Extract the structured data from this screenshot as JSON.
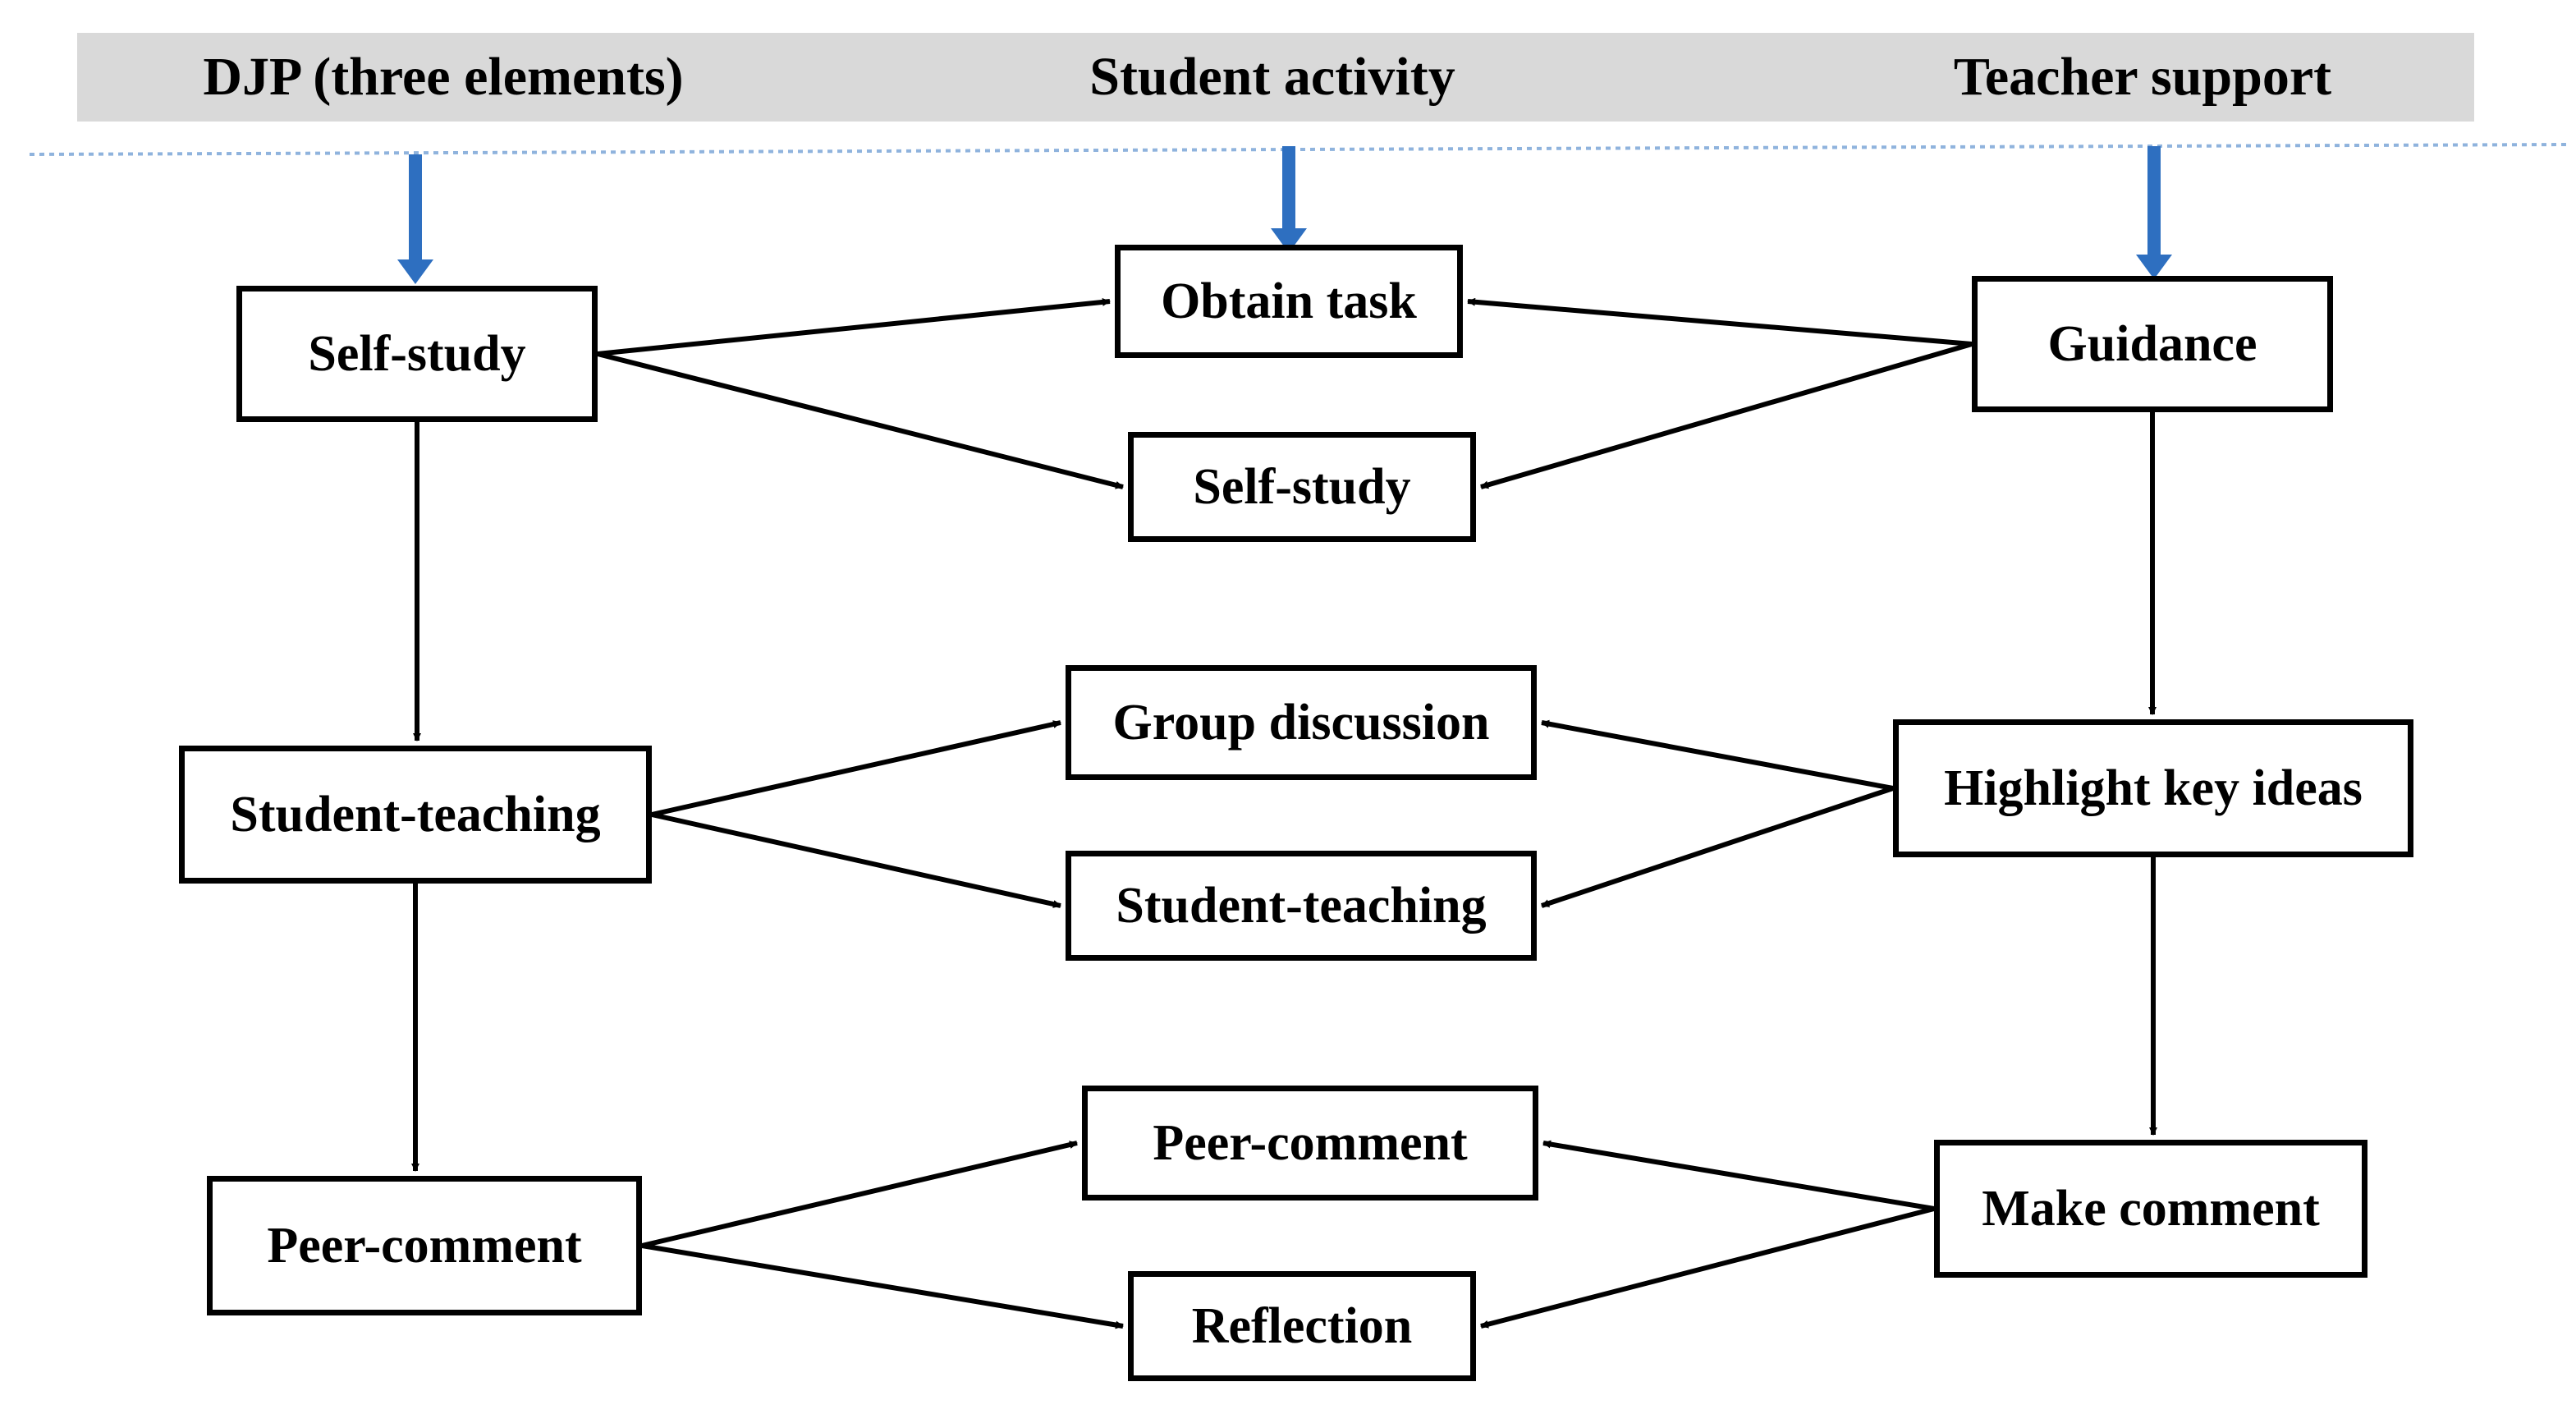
{
  "header": {
    "djp": "DJP (three elements)",
    "student": "Student activity",
    "teacher": "Teacher support"
  },
  "colors": {
    "header_band": "#d9d9d9",
    "arrow_down": "#2e6fc0",
    "divider": "#8fb3dd",
    "edge": "#000000"
  },
  "nodes": {
    "djp_self_study": "Self-study",
    "djp_student_teaching": "Student-teaching",
    "djp_peer_comment": "Peer-comment",
    "act_obtain_task": "Obtain task",
    "act_self_study": "Self-study",
    "act_group_discussion": "Group discussion",
    "act_student_teaching": "Student-teaching",
    "act_peer_comment": "Peer-comment",
    "act_reflection": "Reflection",
    "teach_guidance": "Guidance",
    "teach_highlight": "Highlight key ideas",
    "teach_make_comment": "Make comment"
  },
  "edges": [
    {
      "from": "djp_self_study",
      "to": "act_obtain_task"
    },
    {
      "from": "djp_self_study",
      "to": "act_self_study"
    },
    {
      "from": "teach_guidance",
      "to": "act_obtain_task"
    },
    {
      "from": "teach_guidance",
      "to": "act_self_study"
    },
    {
      "from": "djp_self_study",
      "to": "djp_student_teaching"
    },
    {
      "from": "teach_guidance",
      "to": "teach_highlight"
    },
    {
      "from": "djp_student_teaching",
      "to": "act_group_discussion"
    },
    {
      "from": "djp_student_teaching",
      "to": "act_student_teaching"
    },
    {
      "from": "teach_highlight",
      "to": "act_group_discussion"
    },
    {
      "from": "teach_highlight",
      "to": "act_student_teaching"
    },
    {
      "from": "djp_student_teaching",
      "to": "djp_peer_comment"
    },
    {
      "from": "teach_highlight",
      "to": "teach_make_comment"
    },
    {
      "from": "djp_peer_comment",
      "to": "act_peer_comment"
    },
    {
      "from": "djp_peer_comment",
      "to": "act_reflection"
    },
    {
      "from": "teach_make_comment",
      "to": "act_peer_comment"
    },
    {
      "from": "teach_make_comment",
      "to": "act_reflection"
    }
  ]
}
